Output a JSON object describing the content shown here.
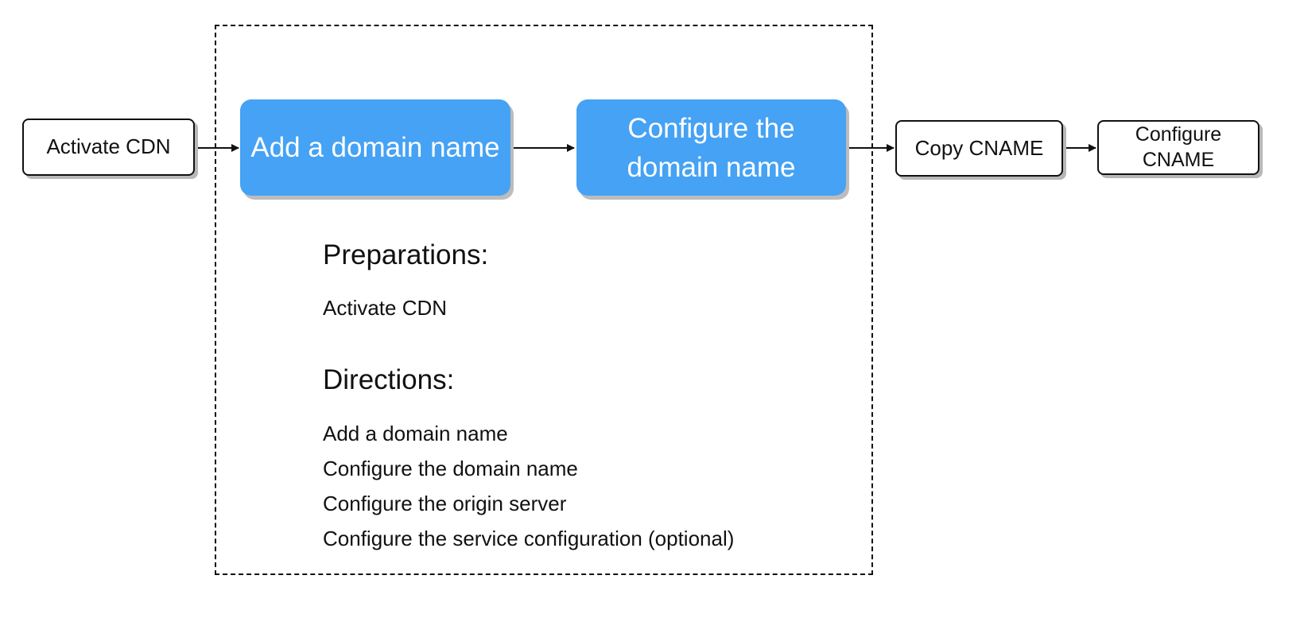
{
  "nodes": {
    "activate_cdn": "Activate CDN",
    "add_domain": "Add a domain name",
    "configure_domain": "Configure the domain name",
    "copy_cname": "Copy CNAME",
    "configure_cname": "Configure CNAME"
  },
  "notes": {
    "preparations_heading": "Preparations:",
    "preparations": [
      "Activate CDN"
    ],
    "directions_heading": "Directions:",
    "directions": [
      "Add a domain name",
      "Configure the domain name",
      "Configure the origin server",
      "Configure the service configuration (optional)"
    ]
  },
  "colors": {
    "highlight_box": "#45a2f4",
    "outline": "#111111",
    "shadow": "#b8b8b8"
  }
}
